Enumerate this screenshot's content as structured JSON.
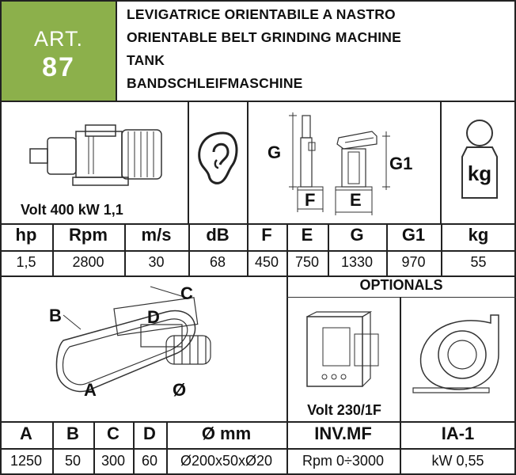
{
  "art": {
    "label": "ART.",
    "number": "87"
  },
  "titles": [
    "LEVIGATRICE ORIENTABILE A NASTRO",
    "ORIENTABLE BELT GRINDING MACHINE",
    "TANK",
    "BANDSCHLEIFMASCHINE"
  ],
  "motor_caption": "Volt 400 kW 1,1",
  "icons": {
    "motor": "motor-icon",
    "ear": "ear-icon",
    "dimensions": "dimension-drawing-icon",
    "weight": "weight-icon",
    "belt": "belt-diagram-icon",
    "inverter": "inverter-icon",
    "fan": "fan-icon"
  },
  "dim_labels": {
    "g": "G",
    "f": "F",
    "g1": "G1",
    "e": "E"
  },
  "weight_label": "kg",
  "specs": {
    "headers": [
      "hp",
      "Rpm",
      "m/s",
      "dB",
      "F",
      "E",
      "G",
      "G1",
      "kg"
    ],
    "values": [
      "1,5",
      "2800",
      "30",
      "68",
      "450",
      "750",
      "1330",
      "970",
      "55"
    ]
  },
  "belt_labels": {
    "a": "A",
    "b": "B",
    "c": "C",
    "d": "D",
    "o": "Ø"
  },
  "optionals": {
    "title": "OPTIONALS",
    "inverter_caption": "Volt 230/1F"
  },
  "bottom": {
    "headers": [
      "A",
      "B",
      "C",
      "D",
      "Ø mm",
      "INV.MF",
      "IA-1"
    ],
    "values": [
      "1250",
      "50",
      "300",
      "60",
      "Ø200x50xØ20",
      "Rpm 0÷3000",
      "kW 0,55"
    ]
  }
}
